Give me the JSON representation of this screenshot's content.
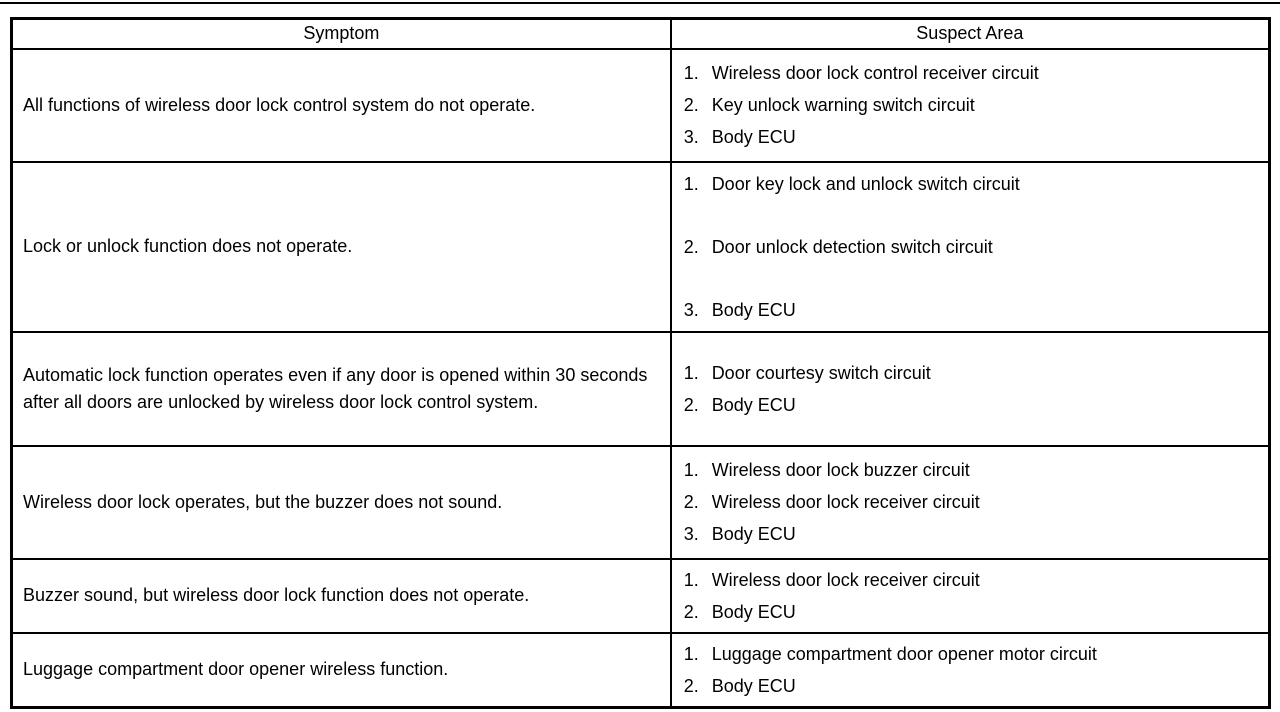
{
  "table": {
    "headers": [
      "Symptom",
      "Suspect Area"
    ],
    "rows": [
      {
        "symptom": "All functions of wireless door lock control system do not operate.",
        "suspects": [
          {
            "num": "1.",
            "text": "Wireless door lock control receiver circuit"
          },
          {
            "num": "2.",
            "text": "Key unlock warning switch circuit"
          },
          {
            "num": "3.",
            "text": "Body ECU"
          }
        ]
      },
      {
        "symptom": "Lock or unlock function does not operate.",
        "suspects": [
          {
            "num": "1.",
            "text": "Door key lock and unlock switch circuit"
          },
          {
            "num": "2.",
            "text": "Door unlock detection switch circuit"
          },
          {
            "num": "3.",
            "text": "Body ECU"
          }
        ]
      },
      {
        "symptom": "Automatic lock function operates even if any door is opened within 30 seconds after all doors are unlocked by wireless door lock control system.",
        "suspects": [
          {
            "num": "1.",
            "text": "Door courtesy switch circuit"
          },
          {
            "num": "2.",
            "text": "Body ECU"
          }
        ]
      },
      {
        "symptom": "Wireless door lock operates, but the buzzer does not sound.",
        "suspects": [
          {
            "num": "1.",
            "text": "Wireless door lock buzzer circuit"
          },
          {
            "num": "2.",
            "text": "Wireless door lock receiver circuit"
          },
          {
            "num": "3.",
            "text": "Body ECU"
          }
        ]
      },
      {
        "symptom": "Buzzer sound, but wireless door lock function does not operate.",
        "suspects": [
          {
            "num": "1.",
            "text": "Wireless door lock receiver circuit"
          },
          {
            "num": "2.",
            "text": "Body ECU"
          }
        ]
      },
      {
        "symptom": "Luggage compartment door opener wireless function.",
        "suspects": [
          {
            "num": "1.",
            "text": "Luggage compartment door opener motor circuit"
          },
          {
            "num": "2.",
            "text": "Body ECU"
          }
        ]
      }
    ]
  }
}
